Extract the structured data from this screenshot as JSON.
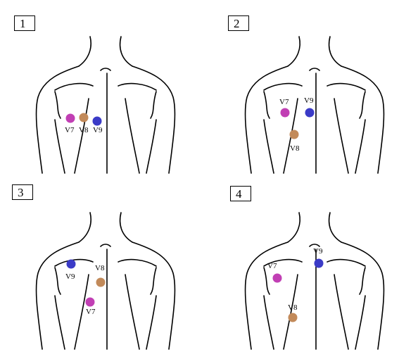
{
  "colors": {
    "V7": "#c13fb4",
    "V8": "#c28a5a",
    "V9": "#3b3bc7"
  },
  "panels": [
    {
      "number": "1",
      "labels": {
        "V7": "V7",
        "V8": "V8",
        "V9": "V9"
      }
    },
    {
      "number": "2",
      "labels": {
        "V7": "V7",
        "V8": "V8",
        "V9": "V9"
      }
    },
    {
      "number": "3",
      "labels": {
        "V7": "V7",
        "V8": "V8",
        "V9": "V9"
      }
    },
    {
      "number": "4",
      "labels": {
        "V7": "V7",
        "V8": "V8",
        "V9": "V9"
      }
    }
  ]
}
